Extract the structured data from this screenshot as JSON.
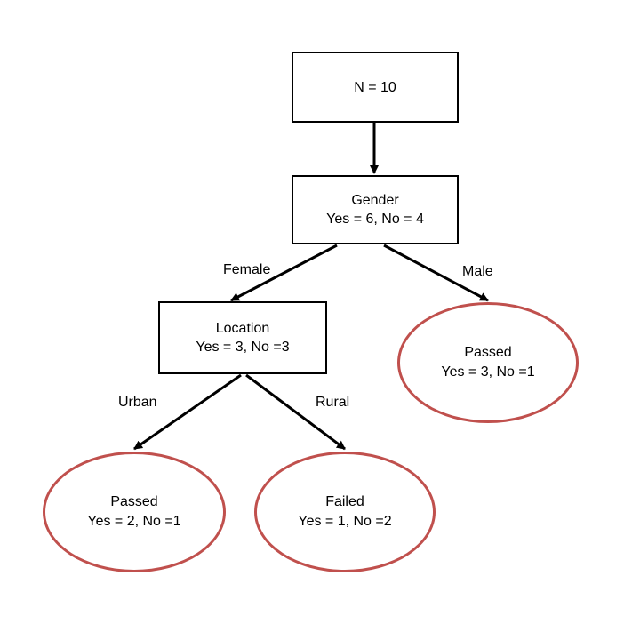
{
  "nodes": {
    "root": {
      "line1": "N = 10"
    },
    "gender": {
      "title": "Gender",
      "counts": "Yes = 6, No = 4"
    },
    "location": {
      "title": "Location",
      "counts": "Yes = 3, No =3"
    }
  },
  "leaves": {
    "male": {
      "title": "Passed",
      "counts": "Yes = 3, No =1"
    },
    "urban": {
      "title": "Passed",
      "counts": "Yes = 2, No =1"
    },
    "rural": {
      "title": "Failed",
      "counts": "Yes = 1, No =2"
    }
  },
  "edges": {
    "female": "Female",
    "male": "Male",
    "urban": "Urban",
    "rural": "Rural"
  },
  "colors": {
    "leaf_border": "#c0504d",
    "box_border": "#000000",
    "arrow": "#000000"
  }
}
